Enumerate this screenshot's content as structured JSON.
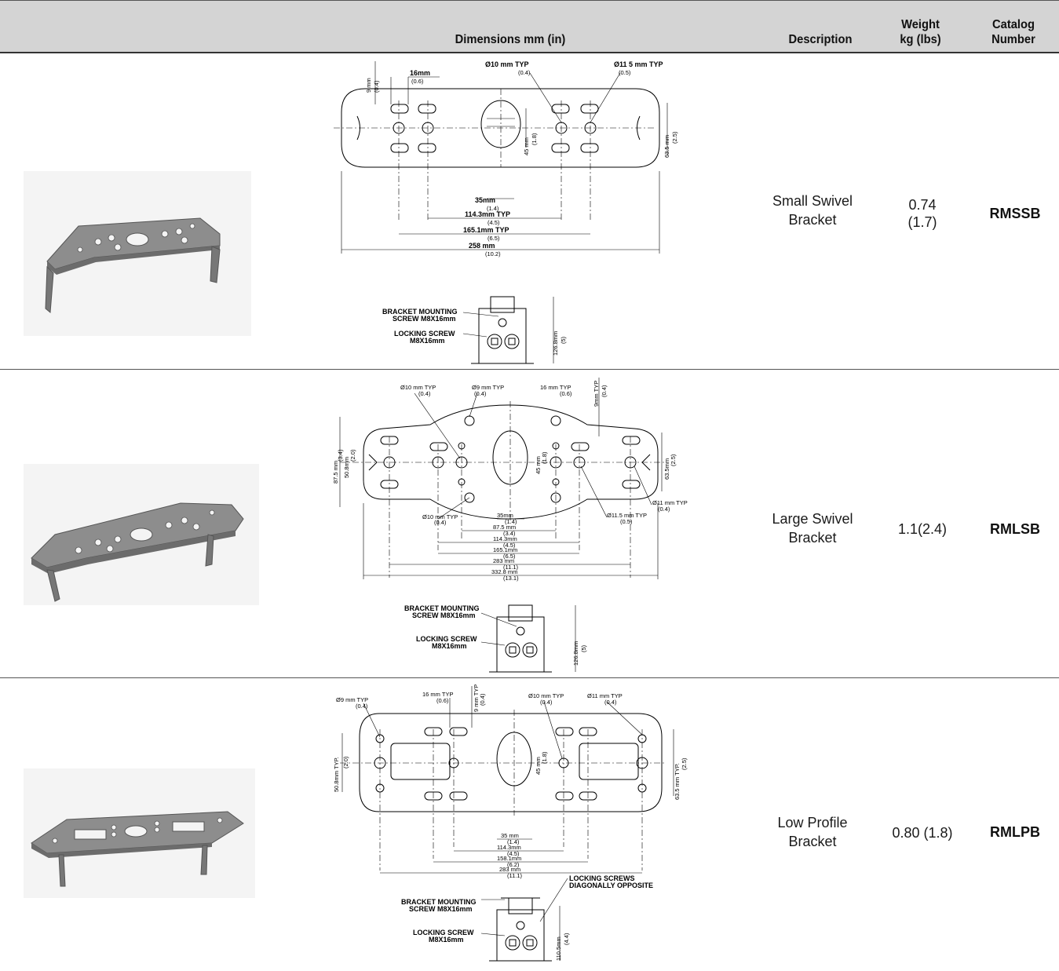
{
  "header": {
    "dimensions": "Dimensions mm (in)",
    "description": "Description",
    "weight_line1": "Weight",
    "weight_line2": "kg (lbs)",
    "catalog_line1": "Catalog",
    "catalog_line2": "Number"
  },
  "rows": [
    {
      "description_line1": "Small Swivel",
      "description_line2": "Bracket",
      "weight_line1": "0.74",
      "weight_line2": "(1.7)",
      "catalog": "RMSSB",
      "labels": {
        "slot_width": "16mm",
        "slot_width_in": "(0.6)",
        "top_dim": "9 mm",
        "top_dim_in": "(0.4)",
        "hole10": "Ø10 mm TYP",
        "hole10_in": "(0.4)",
        "hole11": "Ø11 5   mm TYP",
        "hole11_in": "(0.5)",
        "height45": "45  mm",
        "height45_in": "(1.8)",
        "height635": "63.5 mm",
        "height635_in": "(2.5)",
        "d35": "35mm",
        "d35_in": "(1.4)",
        "d1143": "114.3mm  TYP",
        "d1143_in": "(4.5)",
        "d1651": "165.1mm  TYP",
        "d1651_in": "(6.5)",
        "d258": "258     mm",
        "d258_in": "(10.2)",
        "mount_screw_1": "BRACKET MOUNTING",
        "mount_screw_2": "SCREW M8X16mm",
        "lock_screw_1": "LOCKING SCREW",
        "lock_screw_2": "M8X16mm",
        "side_height": "126.8mm",
        "side_height_in": "(5)"
      }
    },
    {
      "description_line1": "Large Swivel",
      "description_line2": "Bracket",
      "weight_line1": "1.1(2.4)",
      "catalog": "RMLSB",
      "labels": {
        "hole10": "Ø10 mm TYP",
        "hole10_in": "(0.4)",
        "hole9": "Ø9 mm TYP",
        "hole9_in": "(0.4)",
        "slot16": "16 mm TYP",
        "slot16_in": "(0.6)",
        "top9": "9mm TYP",
        "top9_in": "(0.4)",
        "h875": "87.5 mm",
        "h875_in": "(3.4)",
        "h508": "50.8mm",
        "h508_in": "(2.0)",
        "h45": "45  mm",
        "h45_in": "(1.8)",
        "h635": "63.5mm",
        "h635_in": "(2.5)",
        "hole10b": "Ø10 mm TYP",
        "hole10b_in": "(0.4)",
        "hole115": "Ø11.5 mm TYP",
        "hole115_in": "(0.5)",
        "hole11": "Ø11 mm TYP",
        "hole11_in": "(0.4)",
        "d35": "35mm",
        "d35_in": "(1.4)",
        "d875": "87.5 mm",
        "d875_in": "(3.4)",
        "d1143": "114.3mm",
        "d1143_in": "(4.5)",
        "d1651": "165.1mm",
        "d1651_in": "(6.5)",
        "d283": "283    mm",
        "d283_in": "(11.1)",
        "d3328": "332.8 mm",
        "d3328_in": "(13.1)",
        "mount_screw_1": "BRACKET MOUNTING",
        "mount_screw_2": "SCREW M8X16mm",
        "lock_screw_1": "LOCKING SCREW",
        "lock_screw_2": "M8X16mm",
        "side_height": "126.8mm",
        "side_height_in": "(5)"
      }
    },
    {
      "description_line1": "Low Profile",
      "description_line2": "Bracket",
      "weight_line1": "0.80 (1.8)",
      "catalog": "RMLPB",
      "labels": {
        "hole9": "Ø9 mm TYP",
        "hole9_in": "(0.4)",
        "slot16": "16 mm TYP",
        "slot16_in": "(0.6)",
        "top9": "9 mm TYP",
        "top9_in": "(0.4)",
        "hole10": "Ø10 mm TYP",
        "hole10_in": "(0.4)",
        "hole11": "Ø11 mm TYP",
        "hole11_in": "(0.4)",
        "h508": "50.8mm  TYP.",
        "h508_in": "(2.0)",
        "h45": "45  mm",
        "h45_in": "(1.8)",
        "h635": "63.5 mm  TYP.",
        "h635_in": "(2.5)",
        "d35": "35 mm",
        "d35_in": "(1.4)",
        "d1143": "114.3mm",
        "d1143_in": "(4.5)",
        "d1581": "158.1mm",
        "d1581_in": "(6.2)",
        "d283": "283 mm",
        "d283_in": "(11.1)",
        "lock_screws_1": "LOCKING SCREWS",
        "lock_screws_2": "DIAGONALLY OPPOSITE",
        "mount_screw_1": "BRACKET MOUNTING",
        "mount_screw_2": "SCREW M8X16mm",
        "lock_screw_1": "LOCKING SCREW",
        "lock_screw_2": "M8X16mm",
        "side_height": "110.5mm",
        "side_height_in": "(4.4)"
      }
    }
  ]
}
